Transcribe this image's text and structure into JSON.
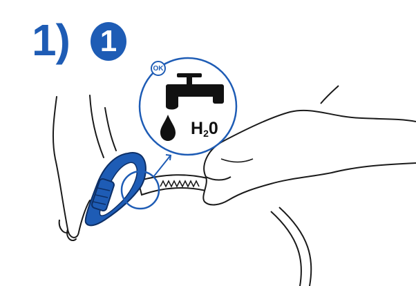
{
  "step": {
    "label": "1)",
    "badge_number": "1"
  },
  "callout": {
    "ok_label": "OK",
    "formula_main": "H",
    "formula_sub": "2",
    "formula_tail": "0"
  },
  "icons": {
    "tap": "water-tap-icon",
    "drop": "water-drop-icon"
  },
  "colors": {
    "accent": "#1e5cb5",
    "ink": "#111111"
  }
}
